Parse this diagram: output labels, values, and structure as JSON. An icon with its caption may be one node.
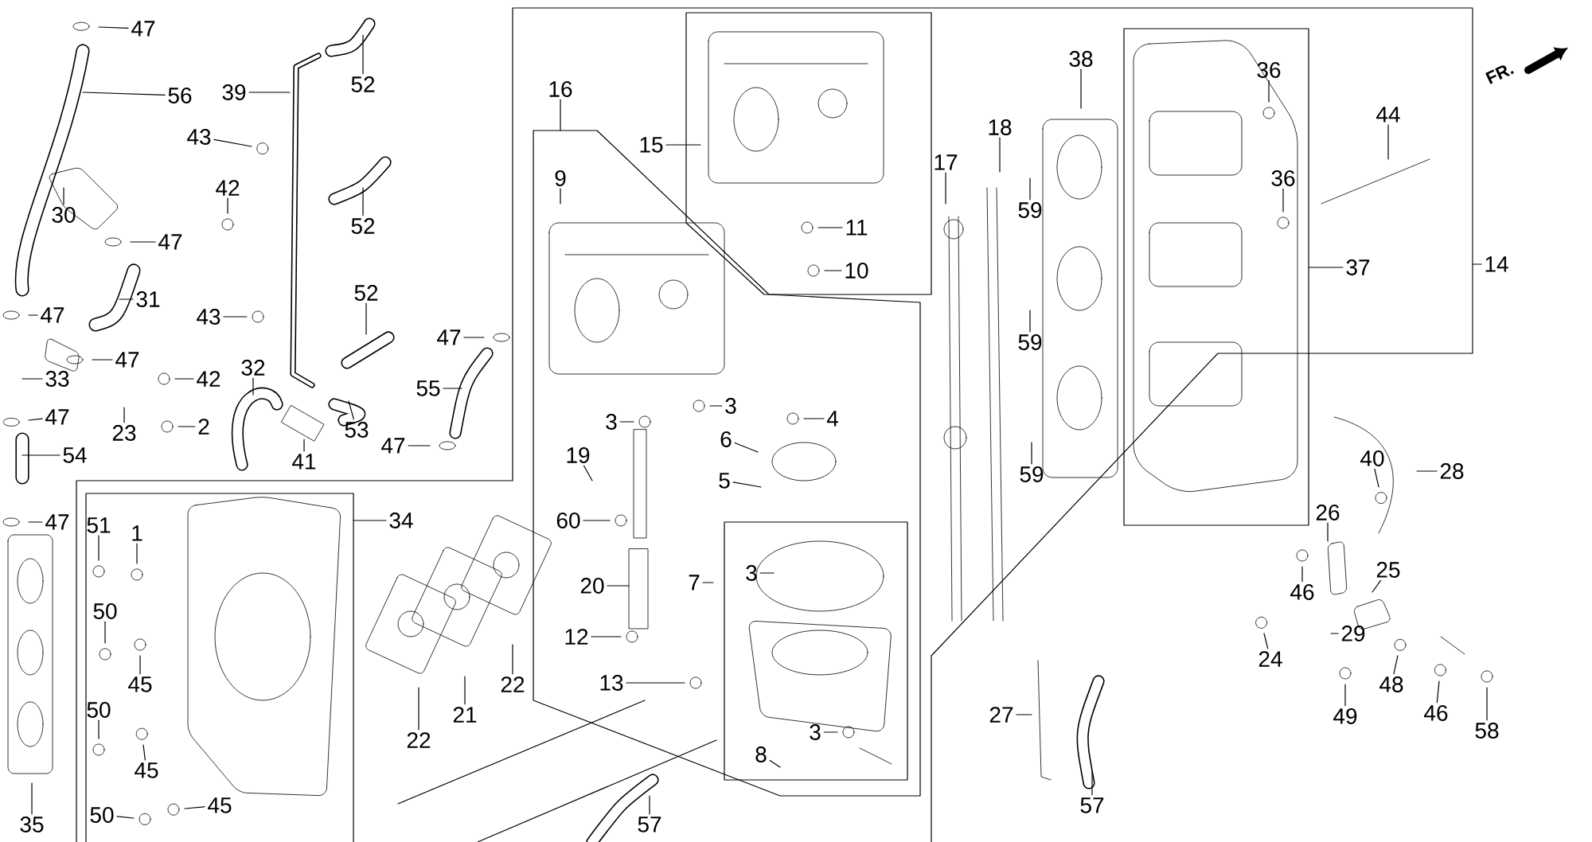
{
  "diagram": {
    "nodes": [
      {
        "text": [
          "47"
        ]
      },
      {
        "text": [
          "56"
        ]
      },
      {
        "text": [
          "39"
        ]
      },
      {
        "text": [
          "43"
        ]
      },
      {
        "text": [
          "52"
        ]
      },
      {
        "text": [
          "42"
        ]
      },
      {
        "text": [
          "30"
        ]
      },
      {
        "text": [
          "47"
        ]
      },
      {
        "text": [
          "52"
        ]
      },
      {
        "text": [
          "31"
        ]
      },
      {
        "text": [
          "52"
        ]
      },
      {
        "text": [
          "47"
        ]
      },
      {
        "text": [
          "47"
        ]
      },
      {
        "text": [
          "43"
        ]
      },
      {
        "text": [
          "42"
        ]
      },
      {
        "text": [
          "33"
        ]
      },
      {
        "text": [
          "32"
        ]
      },
      {
        "text": [
          "2"
        ]
      },
      {
        "text": [
          "23"
        ]
      },
      {
        "text": [
          "53"
        ]
      },
      {
        "text": [
          "41"
        ]
      },
      {
        "text": [
          "47"
        ]
      },
      {
        "text": [
          "55"
        ]
      },
      {
        "text": [
          "47"
        ]
      },
      {
        "text": [
          "47"
        ]
      },
      {
        "text": [
          "54"
        ]
      },
      {
        "text": [
          "47"
        ]
      },
      {
        "text": [
          "34"
        ]
      },
      {
        "text": [
          "51"
        ]
      },
      {
        "text": [
          "1"
        ]
      },
      {
        "text": [
          "50"
        ]
      },
      {
        "text": [
          "45"
        ]
      },
      {
        "text": [
          "50"
        ]
      },
      {
        "text": [
          "45"
        ]
      },
      {
        "text": [
          "50"
        ]
      },
      {
        "text": [
          "45"
        ]
      },
      {
        "text": [
          "35"
        ]
      },
      {
        "text": [
          "22"
        ]
      },
      {
        "text": [
          "21"
        ]
      },
      {
        "text": [
          "22"
        ]
      },
      {
        "text": [
          "16"
        ]
      },
      {
        "text": [
          "9"
        ]
      },
      {
        "text": [
          "15"
        ]
      },
      {
        "text": [
          "11"
        ]
      },
      {
        "text": [
          "10"
        ]
      },
      {
        "text": [
          "17"
        ]
      },
      {
        "text": [
          "18"
        ]
      },
      {
        "text": [
          "38"
        ]
      },
      {
        "text": [
          "59"
        ]
      },
      {
        "text": [
          "59"
        ]
      },
      {
        "text": [
          "59"
        ]
      },
      {
        "text": [
          "36"
        ]
      },
      {
        "text": [
          "36"
        ]
      },
      {
        "text": [
          "44"
        ]
      },
      {
        "text": [
          "37"
        ]
      },
      {
        "text": [
          "14"
        ]
      },
      {
        "text": [
          "3"
        ]
      },
      {
        "text": [
          "19"
        ]
      },
      {
        "text": [
          "3"
        ]
      },
      {
        "text": [
          "6"
        ]
      },
      {
        "text": [
          "4"
        ]
      },
      {
        "text": [
          "5"
        ]
      },
      {
        "text": [
          "60"
        ]
      },
      {
        "text": [
          "20"
        ]
      },
      {
        "text": [
          "7"
        ]
      },
      {
        "text": [
          "3"
        ]
      },
      {
        "text": [
          "12"
        ]
      },
      {
        "text": [
          "13"
        ]
      },
      {
        "text": [
          "8"
        ]
      },
      {
        "text": [
          "3"
        ]
      },
      {
        "text": [
          "27"
        ]
      },
      {
        "text": [
          "57"
        ]
      },
      {
        "text": [
          "57"
        ]
      },
      {
        "text": [
          "28"
        ]
      },
      {
        "text": [
          "40"
        ]
      },
      {
        "text": [
          "26"
        ]
      },
      {
        "text": [
          "25"
        ]
      },
      {
        "text": [
          "46"
        ]
      },
      {
        "text": [
          "24"
        ]
      },
      {
        "text": [
          "29"
        ]
      },
      {
        "text": [
          "48"
        ]
      },
      {
        "text": [
          "46"
        ]
      },
      {
        "text": [
          "49"
        ]
      },
      {
        "text": [
          "58"
        ]
      }
    ],
    "edges": [
      {
        "from": 0,
        "to": null,
        "arrow": "none"
      },
      {
        "from": 1,
        "to": null,
        "arrow": "none"
      },
      {
        "from": 2,
        "to": null,
        "arrow": "none"
      },
      {
        "from": 3,
        "to": null,
        "arrow": "none"
      },
      {
        "from": 4,
        "to": null,
        "arrow": "none"
      },
      {
        "from": 5,
        "to": null,
        "arrow": "none"
      },
      {
        "from": 6,
        "to": null,
        "arrow": "none"
      },
      {
        "from": 7,
        "to": null,
        "arrow": "none"
      },
      {
        "from": 8,
        "to": null,
        "arrow": "none"
      },
      {
        "from": 9,
        "to": null,
        "arrow": "none"
      },
      {
        "from": 10,
        "to": null,
        "arrow": "none"
      },
      {
        "from": 11,
        "to": null,
        "arrow": "none"
      },
      {
        "from": 12,
        "to": null,
        "arrow": "none"
      },
      {
        "from": 13,
        "to": null,
        "arrow": "none"
      },
      {
        "from": 14,
        "to": null,
        "arrow": "none"
      },
      {
        "from": 15,
        "to": null,
        "arrow": "none"
      },
      {
        "from": 16,
        "to": null,
        "arrow": "none"
      },
      {
        "from": 17,
        "to": null,
        "arrow": "none"
      },
      {
        "from": 18,
        "to": null,
        "arrow": "none"
      },
      {
        "from": 19,
        "to": null,
        "arrow": "none"
      },
      {
        "from": 20,
        "to": null,
        "arrow": "none"
      },
      {
        "from": 21,
        "to": null,
        "arrow": "none"
      },
      {
        "from": 22,
        "to": null,
        "arrow": "none"
      },
      {
        "from": 23,
        "to": null,
        "arrow": "none"
      },
      {
        "from": 24,
        "to": null,
        "arrow": "none"
      },
      {
        "from": 25,
        "to": null,
        "arrow": "none"
      },
      {
        "from": 26,
        "to": null,
        "arrow": "none"
      },
      {
        "from": 27,
        "to": null,
        "arrow": "none"
      },
      {
        "from": 28,
        "to": null,
        "arrow": "none"
      },
      {
        "from": 29,
        "to": null,
        "arrow": "none"
      },
      {
        "from": 30,
        "to": null,
        "arrow": "none"
      },
      {
        "from": 31,
        "to": null,
        "arrow": "none"
      },
      {
        "from": 32,
        "to": null,
        "arrow": "none"
      },
      {
        "from": 33,
        "to": null,
        "arrow": "none"
      },
      {
        "from": 34,
        "to": null,
        "arrow": "none"
      },
      {
        "from": 35,
        "to": null,
        "arrow": "none"
      },
      {
        "from": 36,
        "to": null,
        "arrow": "none"
      },
      {
        "from": 37,
        "to": null,
        "arrow": "none"
      },
      {
        "from": 38,
        "to": null,
        "arrow": "none"
      },
      {
        "from": 39,
        "to": null,
        "arrow": "none"
      },
      {
        "from": 40,
        "to": null,
        "arrow": "none"
      },
      {
        "from": 41,
        "to": null,
        "arrow": "none"
      },
      {
        "from": 42,
        "to": null,
        "arrow": "none"
      },
      {
        "from": 43,
        "to": null,
        "arrow": "none"
      },
      {
        "from": 44,
        "to": null,
        "arrow": "none"
      },
      {
        "from": 45,
        "to": null,
        "arrow": "none"
      },
      {
        "from": 46,
        "to": null,
        "arrow": "none"
      },
      {
        "from": 47,
        "to": null,
        "arrow": "none"
      },
      {
        "from": 48,
        "to": null,
        "arrow": "none"
      },
      {
        "from": 49,
        "to": null,
        "arrow": "none"
      },
      {
        "from": 50,
        "to": null,
        "arrow": "none"
      },
      {
        "from": 51,
        "to": null,
        "arrow": "none"
      },
      {
        "from": 52,
        "to": null,
        "arrow": "none"
      },
      {
        "from": 53,
        "to": null,
        "arrow": "none"
      },
      {
        "from": 54,
        "to": null,
        "arrow": "none"
      },
      {
        "from": 55,
        "to": null,
        "arrow": "none"
      },
      {
        "from": 56,
        "to": null,
        "arrow": "none"
      },
      {
        "from": 57,
        "to": null,
        "arrow": "none"
      },
      {
        "from": 58,
        "to": null,
        "arrow": "none"
      },
      {
        "from": 59,
        "to": null,
        "arrow": "none"
      },
      {
        "from": 60,
        "to": null,
        "arrow": "none"
      },
      {
        "from": 61,
        "to": null,
        "arrow": "none"
      },
      {
        "from": 62,
        "to": null,
        "arrow": "none"
      },
      {
        "from": 63,
        "to": null,
        "arrow": "none"
      },
      {
        "from": 64,
        "to": null,
        "arrow": "none"
      },
      {
        "from": 65,
        "to": null,
        "arrow": "none"
      },
      {
        "from": 66,
        "to": null,
        "arrow": "none"
      },
      {
        "from": 67,
        "to": null,
        "arrow": "none"
      },
      {
        "from": 68,
        "to": null,
        "arrow": "none"
      },
      {
        "from": 69,
        "to": null,
        "arrow": "none"
      },
      {
        "from": 70,
        "to": null,
        "arrow": "none"
      },
      {
        "from": 71,
        "to": null,
        "arrow": "none"
      },
      {
        "from": 72,
        "to": null,
        "arrow": "none"
      },
      {
        "from": 73,
        "to": null,
        "arrow": "none"
      },
      {
        "from": 74,
        "to": null,
        "arrow": "none"
      },
      {
        "from": 75,
        "to": null,
        "arrow": "none"
      },
      {
        "from": 76,
        "to": null,
        "arrow": "none"
      },
      {
        "from": 77,
        "to": null,
        "arrow": "none"
      },
      {
        "from": 78,
        "to": null,
        "arrow": "none"
      },
      {
        "from": 79,
        "to": null,
        "arrow": "none"
      },
      {
        "from": 80,
        "to": null,
        "arrow": "none"
      },
      {
        "from": 81,
        "to": null,
        "arrow": "none"
      },
      {
        "from": 82,
        "to": null,
        "arrow": "none"
      },
      {
        "from": 83,
        "to": null,
        "arrow": "none"
      }
    ],
    "labels": [
      "FR."
    ]
  }
}
